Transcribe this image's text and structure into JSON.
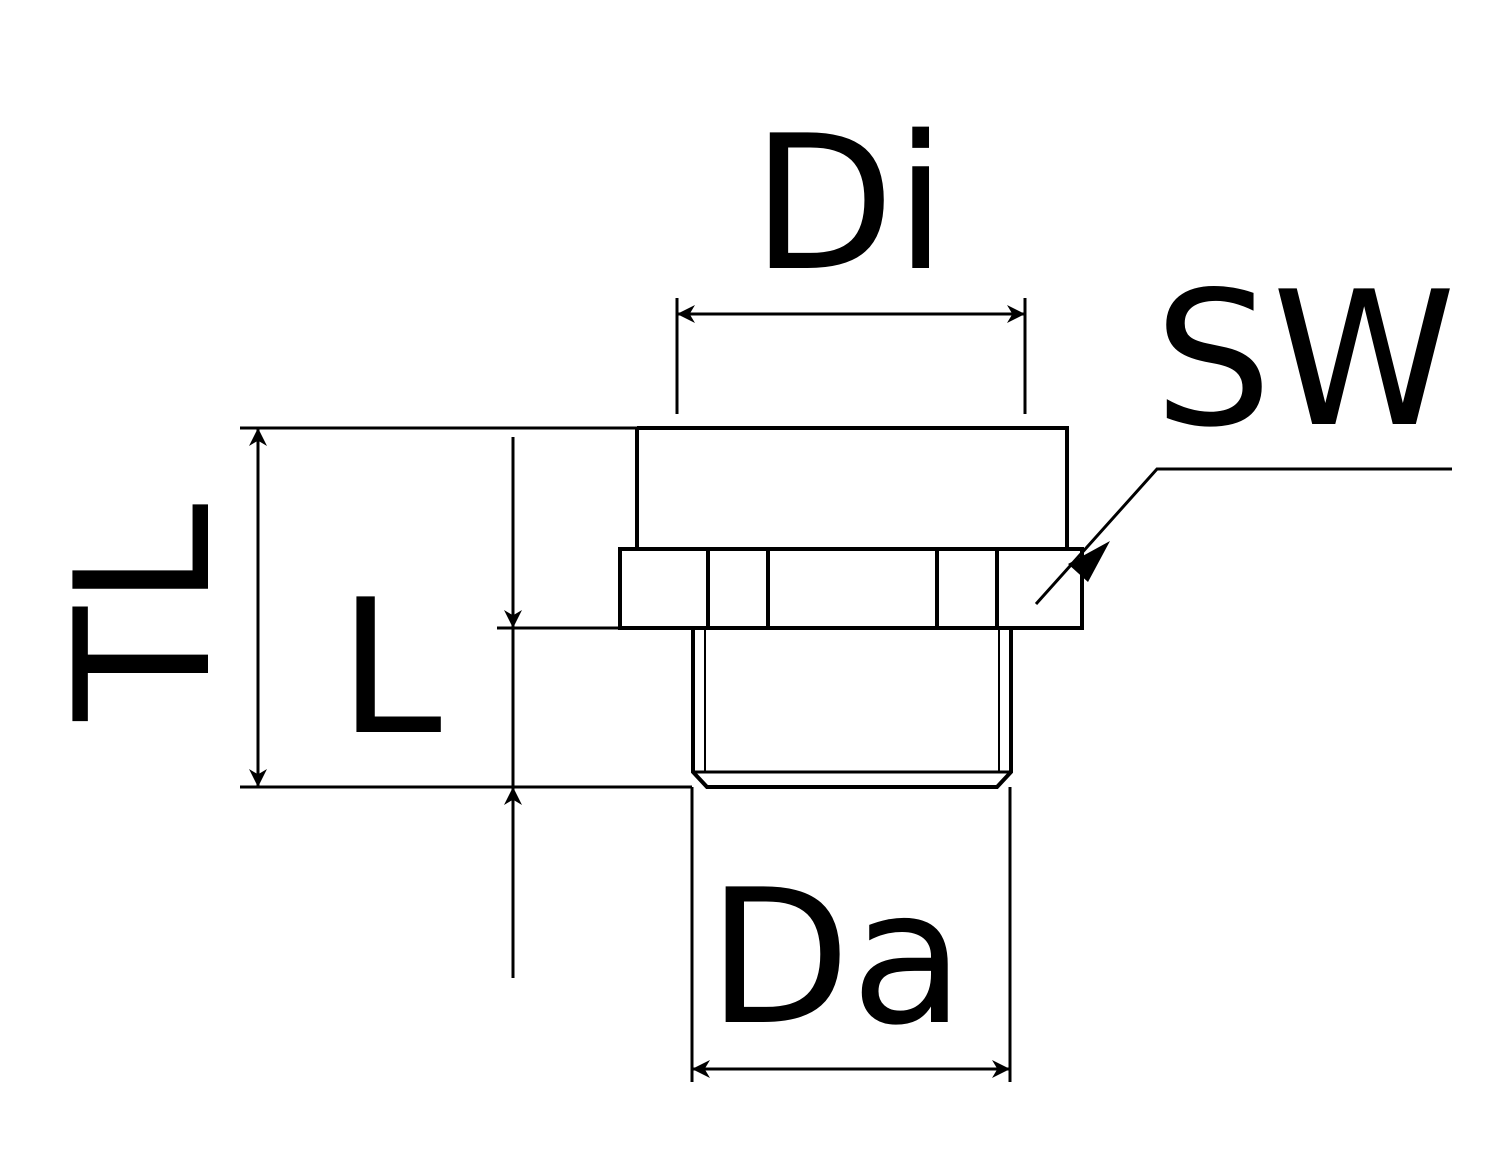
{
  "drawing": {
    "labels": {
      "di": "Di",
      "da": "Da",
      "sw": "SW",
      "tl": "TL",
      "l": "L"
    },
    "colors": {
      "line": "#000000",
      "background": "#ffffff"
    }
  }
}
